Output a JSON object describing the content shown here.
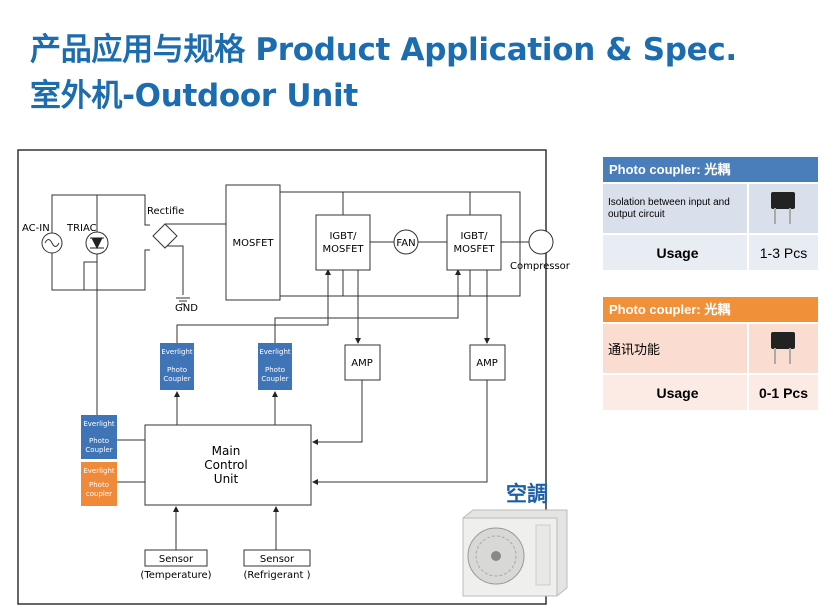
{
  "title": {
    "line1": "产品应用与规格 Product Application & Spec.",
    "line2": "室外机-Outdoor Unit"
  },
  "diagram": {
    "ac_in": "AC-IN",
    "triac": "TRIAC",
    "rectifier": "Rectifie",
    "gnd": "GND",
    "mosfet": "MOSFET",
    "igbt1_a": "IGBT/",
    "igbt1_b": "MOSFET",
    "fan": "FAN",
    "igbt2_a": "IGBT/",
    "igbt2_b": "MOSFET",
    "compressor": "Compressor",
    "amp1": "AMP",
    "amp2": "AMP",
    "coupler_top1": [
      "Everlight",
      "Photo",
      "Coupler"
    ],
    "coupler_top2": [
      "Everlight",
      "Photo",
      "Coupler"
    ],
    "coupler_left_blue": [
      "Everlight",
      "Photo",
      "Coupler"
    ],
    "coupler_left_orange": [
      "Everlight",
      "Photo",
      "coupler"
    ],
    "main_unit": [
      "Main",
      "Control",
      "Unit"
    ],
    "sensor1": {
      "label": "Sensor",
      "sub": "(Temperature)"
    },
    "sensor2": {
      "label": "Sensor",
      "sub": "(Refrigerant )"
    },
    "aircon_label": "空調"
  },
  "tables": [
    {
      "header": "Photo coupler: 光耦",
      "color": "#4a7ebb",
      "desc": "Isolation between input and output circuit",
      "usage_label": "Usage",
      "usage_value": "1-3 Pcs"
    },
    {
      "header": "Photo coupler: 光耦",
      "color": "#f0913a",
      "desc": "通讯功能",
      "usage_label": "Usage",
      "usage_value": "0-1 Pcs"
    }
  ]
}
